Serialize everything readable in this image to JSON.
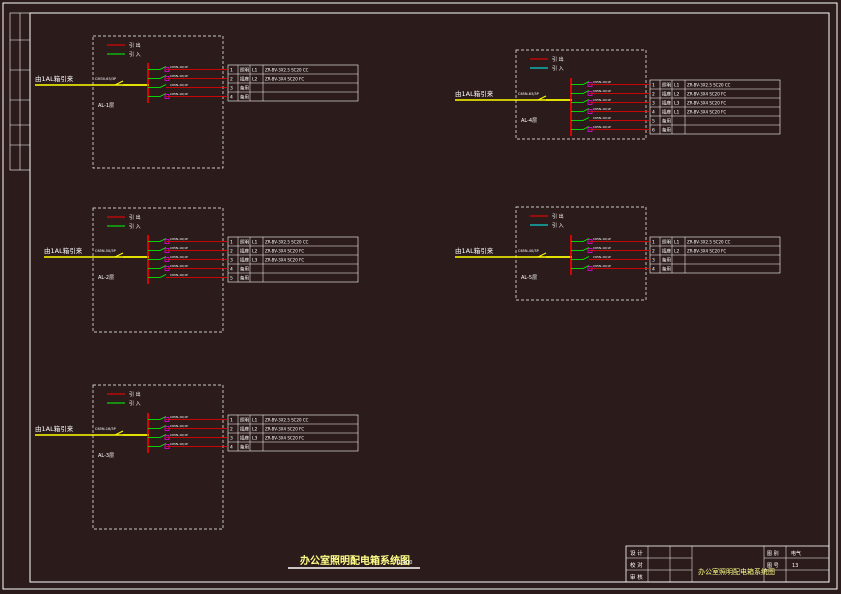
{
  "drawing": {
    "title": "办公室照明配电箱系统图",
    "scale": "1:100"
  },
  "legend": {
    "item1": "引 出",
    "item2": "引 入"
  },
  "main_breaker_labels": [
    "CM30-63/3P",
    "C65N-50/3P",
    "C65N-16/3P",
    "C65N-63/3P",
    "C65N-40/3P"
  ],
  "branch_breaker": "C65N-16/1P",
  "feeder_label": "由1AL箱引来",
  "panels": [
    {
      "id": "AL1",
      "box_label": "AL-1层",
      "rows": [
        {
          "num": "1",
          "use": "照明",
          "phase": "L1",
          "cable": "ZR-BV-3X2.5 SC20 CC"
        },
        {
          "num": "2",
          "use": "插座",
          "phase": "L2",
          "cable": "ZR-BV-3X4 SC20 FC"
        },
        {
          "num": "3",
          "use": "备用",
          "phase": "",
          "cable": ""
        },
        {
          "num": "4",
          "use": "备用",
          "phase": "",
          "cable": ""
        }
      ]
    },
    {
      "id": "AL2",
      "box_label": "AL-2层",
      "rows": [
        {
          "num": "1",
          "use": "照明",
          "phase": "L1",
          "cable": "ZR-BV-3X2.5 SC20 CC"
        },
        {
          "num": "2",
          "use": "插座",
          "phase": "L2",
          "cable": "ZR-BV-3X4 SC20 FC"
        },
        {
          "num": "3",
          "use": "插座",
          "phase": "L3",
          "cable": "ZR-BV-3X4 SC20 FC"
        },
        {
          "num": "4",
          "use": "备用",
          "phase": "",
          "cable": ""
        },
        {
          "num": "5",
          "use": "备用",
          "phase": "",
          "cable": ""
        }
      ]
    },
    {
      "id": "AL3",
      "box_label": "AL-3层",
      "rows": [
        {
          "num": "1",
          "use": "照明",
          "phase": "L1",
          "cable": "ZR-BV-3X2.5 SC20 CC"
        },
        {
          "num": "2",
          "use": "插座",
          "phase": "L2",
          "cable": "ZR-BV-3X4 SC20 FC"
        },
        {
          "num": "3",
          "use": "插座",
          "phase": "L3",
          "cable": "ZR-BV-3X4 SC20 FC"
        },
        {
          "num": "4",
          "use": "备用",
          "phase": "",
          "cable": ""
        }
      ]
    },
    {
      "id": "AL4",
      "box_label": "AL-4层",
      "rows": [
        {
          "num": "1",
          "use": "照明",
          "phase": "L1",
          "cable": "ZR-BV-3X2.5 SC20 CC"
        },
        {
          "num": "2",
          "use": "插座",
          "phase": "L2",
          "cable": "ZR-BV-3X4 SC20 FC"
        },
        {
          "num": "3",
          "use": "插座",
          "phase": "L3",
          "cable": "ZR-BV-3X4 SC20 FC"
        },
        {
          "num": "4",
          "use": "插座",
          "phase": "L1",
          "cable": "ZR-BV-3X4 SC20 FC"
        },
        {
          "num": "5",
          "use": "备用",
          "phase": "",
          "cable": ""
        },
        {
          "num": "6",
          "use": "备用",
          "phase": "",
          "cable": ""
        }
      ]
    },
    {
      "id": "AL5",
      "box_label": "AL-5层",
      "rows": [
        {
          "num": "1",
          "use": "照明",
          "phase": "L1",
          "cable": "ZR-BV-3X2.5 SC20 CC"
        },
        {
          "num": "2",
          "use": "插座",
          "phase": "L2",
          "cable": "ZR-BV-3X4 SC20 FC"
        },
        {
          "num": "3",
          "use": "备用",
          "phase": "",
          "cable": ""
        },
        {
          "num": "4",
          "use": "备用",
          "phase": "",
          "cable": ""
        }
      ]
    }
  ],
  "title_block": {
    "labels": [
      "设 计",
      "校 对",
      "审 核"
    ],
    "sheet_title": "办公室照明配电箱系统图",
    "field_a_label": "图 别",
    "field_a_value": "电气",
    "field_b_label": "图 号",
    "field_b_value": "13"
  },
  "colors": {
    "background": "#2b1b1b",
    "frame": "#ffffff",
    "feeder": "#ffff00",
    "busbar": "#ff0000",
    "branch": "#00ff00",
    "breaker": "#ff00ff",
    "legend_cyan": "#00ffff"
  }
}
